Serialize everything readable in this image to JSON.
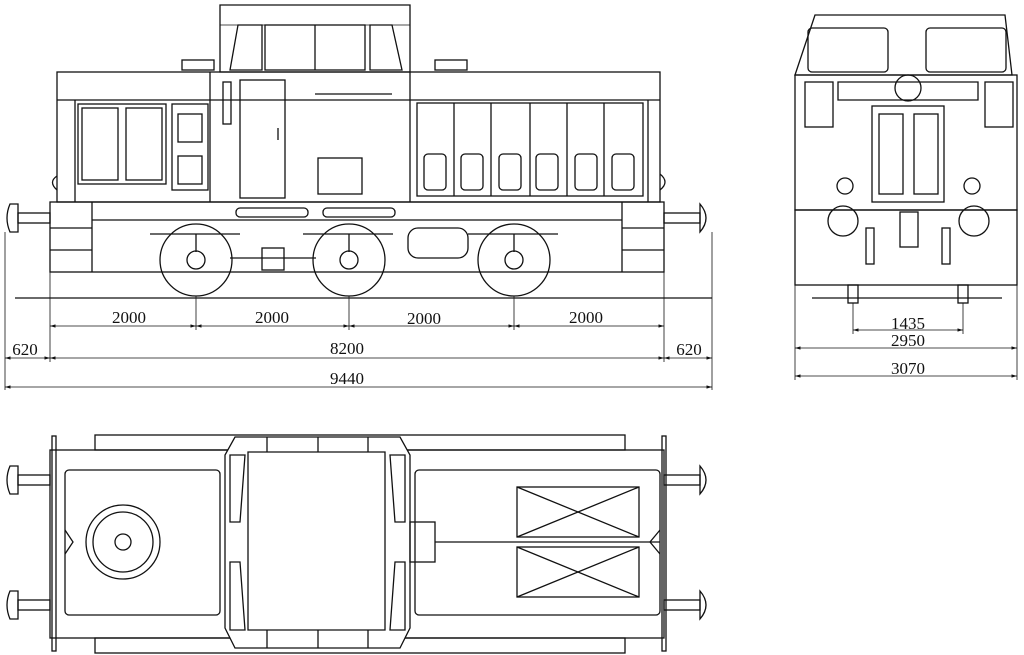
{
  "dimensions": {
    "axle_spacing": [
      "2000",
      "2000",
      "2000",
      "2000"
    ],
    "buffer_overhang_left": "620",
    "length_over_frame": "8200",
    "buffer_overhang_right": "620",
    "length_over_buffers": "9440",
    "track_gauge": "1435",
    "frame_width": "2950",
    "overall_width": "3070"
  }
}
